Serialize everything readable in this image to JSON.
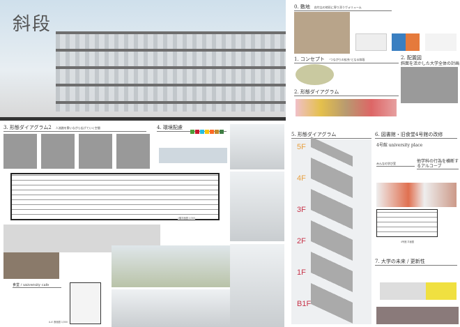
{
  "title": "斜段",
  "sections": {
    "s0": {
      "heading": "0. 敷地",
      "sub": "由竹吉の地形に寄り添うヴォリューム"
    },
    "s1": {
      "heading": "1. コンセプト",
      "sub": "\"つながりの拡充\"となる斜段"
    },
    "s2": {
      "heading": "2. 形態ダイアグラム"
    },
    "s2b": {
      "heading": "2. 配置図",
      "sub": "斜面を活かした大学全体の計画"
    },
    "s3": {
      "heading": "3. 形態ダイアグラム2",
      "sub": "人流路を繋いながら広げていく空間"
    },
    "s4": {
      "heading": "4. 環境配慮"
    },
    "s5": {
      "heading": "5. 形態ダイアグラム"
    },
    "s6": {
      "heading": "6. 図書館・旧食堂4号館の改修",
      "sub": "4号館 university place"
    },
    "s6a": {
      "heading": "みんなの学び室"
    },
    "s6b": {
      "heading": "他学科の行為を横断するアルコーブ"
    },
    "s7": {
      "heading": "7. 大学の未来 / 更新性"
    },
    "cafe": {
      "heading": "食堂 / university cafe"
    }
  },
  "floors": [
    "5F",
    "4F",
    "3F",
    "2F",
    "1F",
    "B1F"
  ],
  "plan_labels": {
    "plan1": "1階平面図 1/300",
    "plan4": "4号館 平面図",
    "section": "A-A' 断面図 1/300"
  },
  "colors": {
    "accent_orange": "#e8a040",
    "accent_red": "#c8344a",
    "dark_band": "#333333"
  },
  "sdg_colors": [
    "#4c9f38",
    "#c5192d",
    "#26bde2",
    "#fcc30b",
    "#dd1367",
    "#fd6925",
    "#bf8b2e",
    "#3f7e44"
  ]
}
